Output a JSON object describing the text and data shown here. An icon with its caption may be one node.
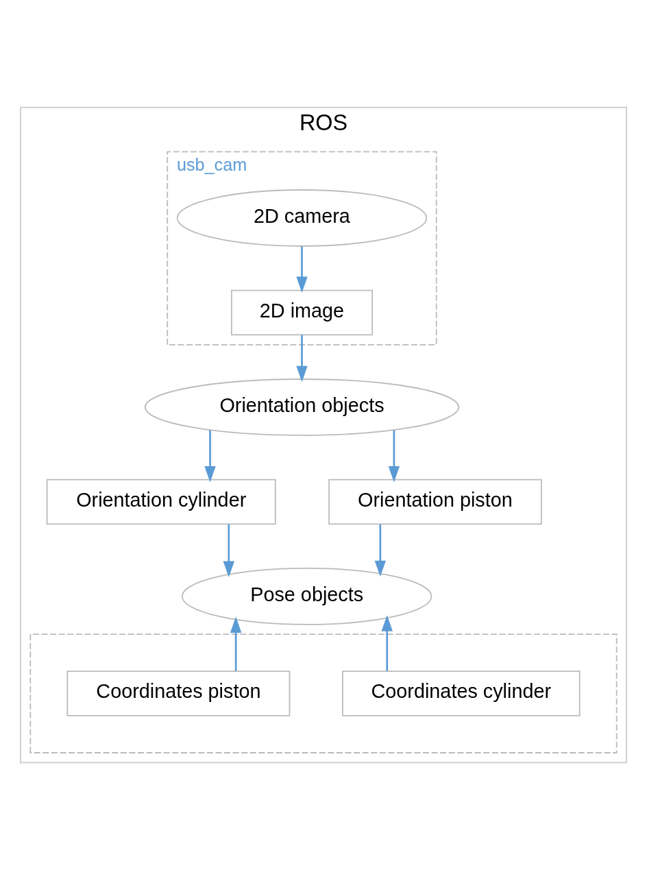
{
  "diagram": {
    "nodes": [
      {
        "text": [
          "ROS"
        ]
      },
      {
        "text": [
          "usb_cam"
        ],
        "in": 0
      },
      {
        "text": [
          "2D camera"
        ],
        "in": 1
      },
      {
        "text": [
          "2D image"
        ],
        "in": 1
      },
      {
        "text": [
          "Orientation objects"
        ],
        "in": 0
      },
      {
        "text": [
          "Orientation cylinder"
        ],
        "in": 0
      },
      {
        "text": [
          "Orientation piston"
        ],
        "in": 0
      },
      {
        "text": [
          "Pose objects"
        ],
        "in": 0
      },
      {
        "text": [],
        "shape": "box",
        "in": 0
      },
      {
        "text": [
          "Coordinates cylinder"
        ],
        "in": 8
      },
      {
        "text": [
          "Coordinates piston"
        ],
        "in": 8
      }
    ],
    "edges": [
      {
        "from": 2,
        "to": 3,
        "arrow": "to"
      },
      {
        "from": 3,
        "to": 4,
        "arrow": "to"
      },
      {
        "from": 4,
        "to": 5,
        "arrow": "to"
      },
      {
        "from": 4,
        "to": 6,
        "arrow": "to"
      },
      {
        "from": 5,
        "to": 7,
        "arrow": "to"
      },
      {
        "from": 6,
        "to": 7,
        "arrow": "to"
      },
      {
        "from": 9,
        "to": 7,
        "arrow": "to"
      },
      {
        "from": 10,
        "to": 7,
        "arrow": "to"
      }
    ]
  }
}
